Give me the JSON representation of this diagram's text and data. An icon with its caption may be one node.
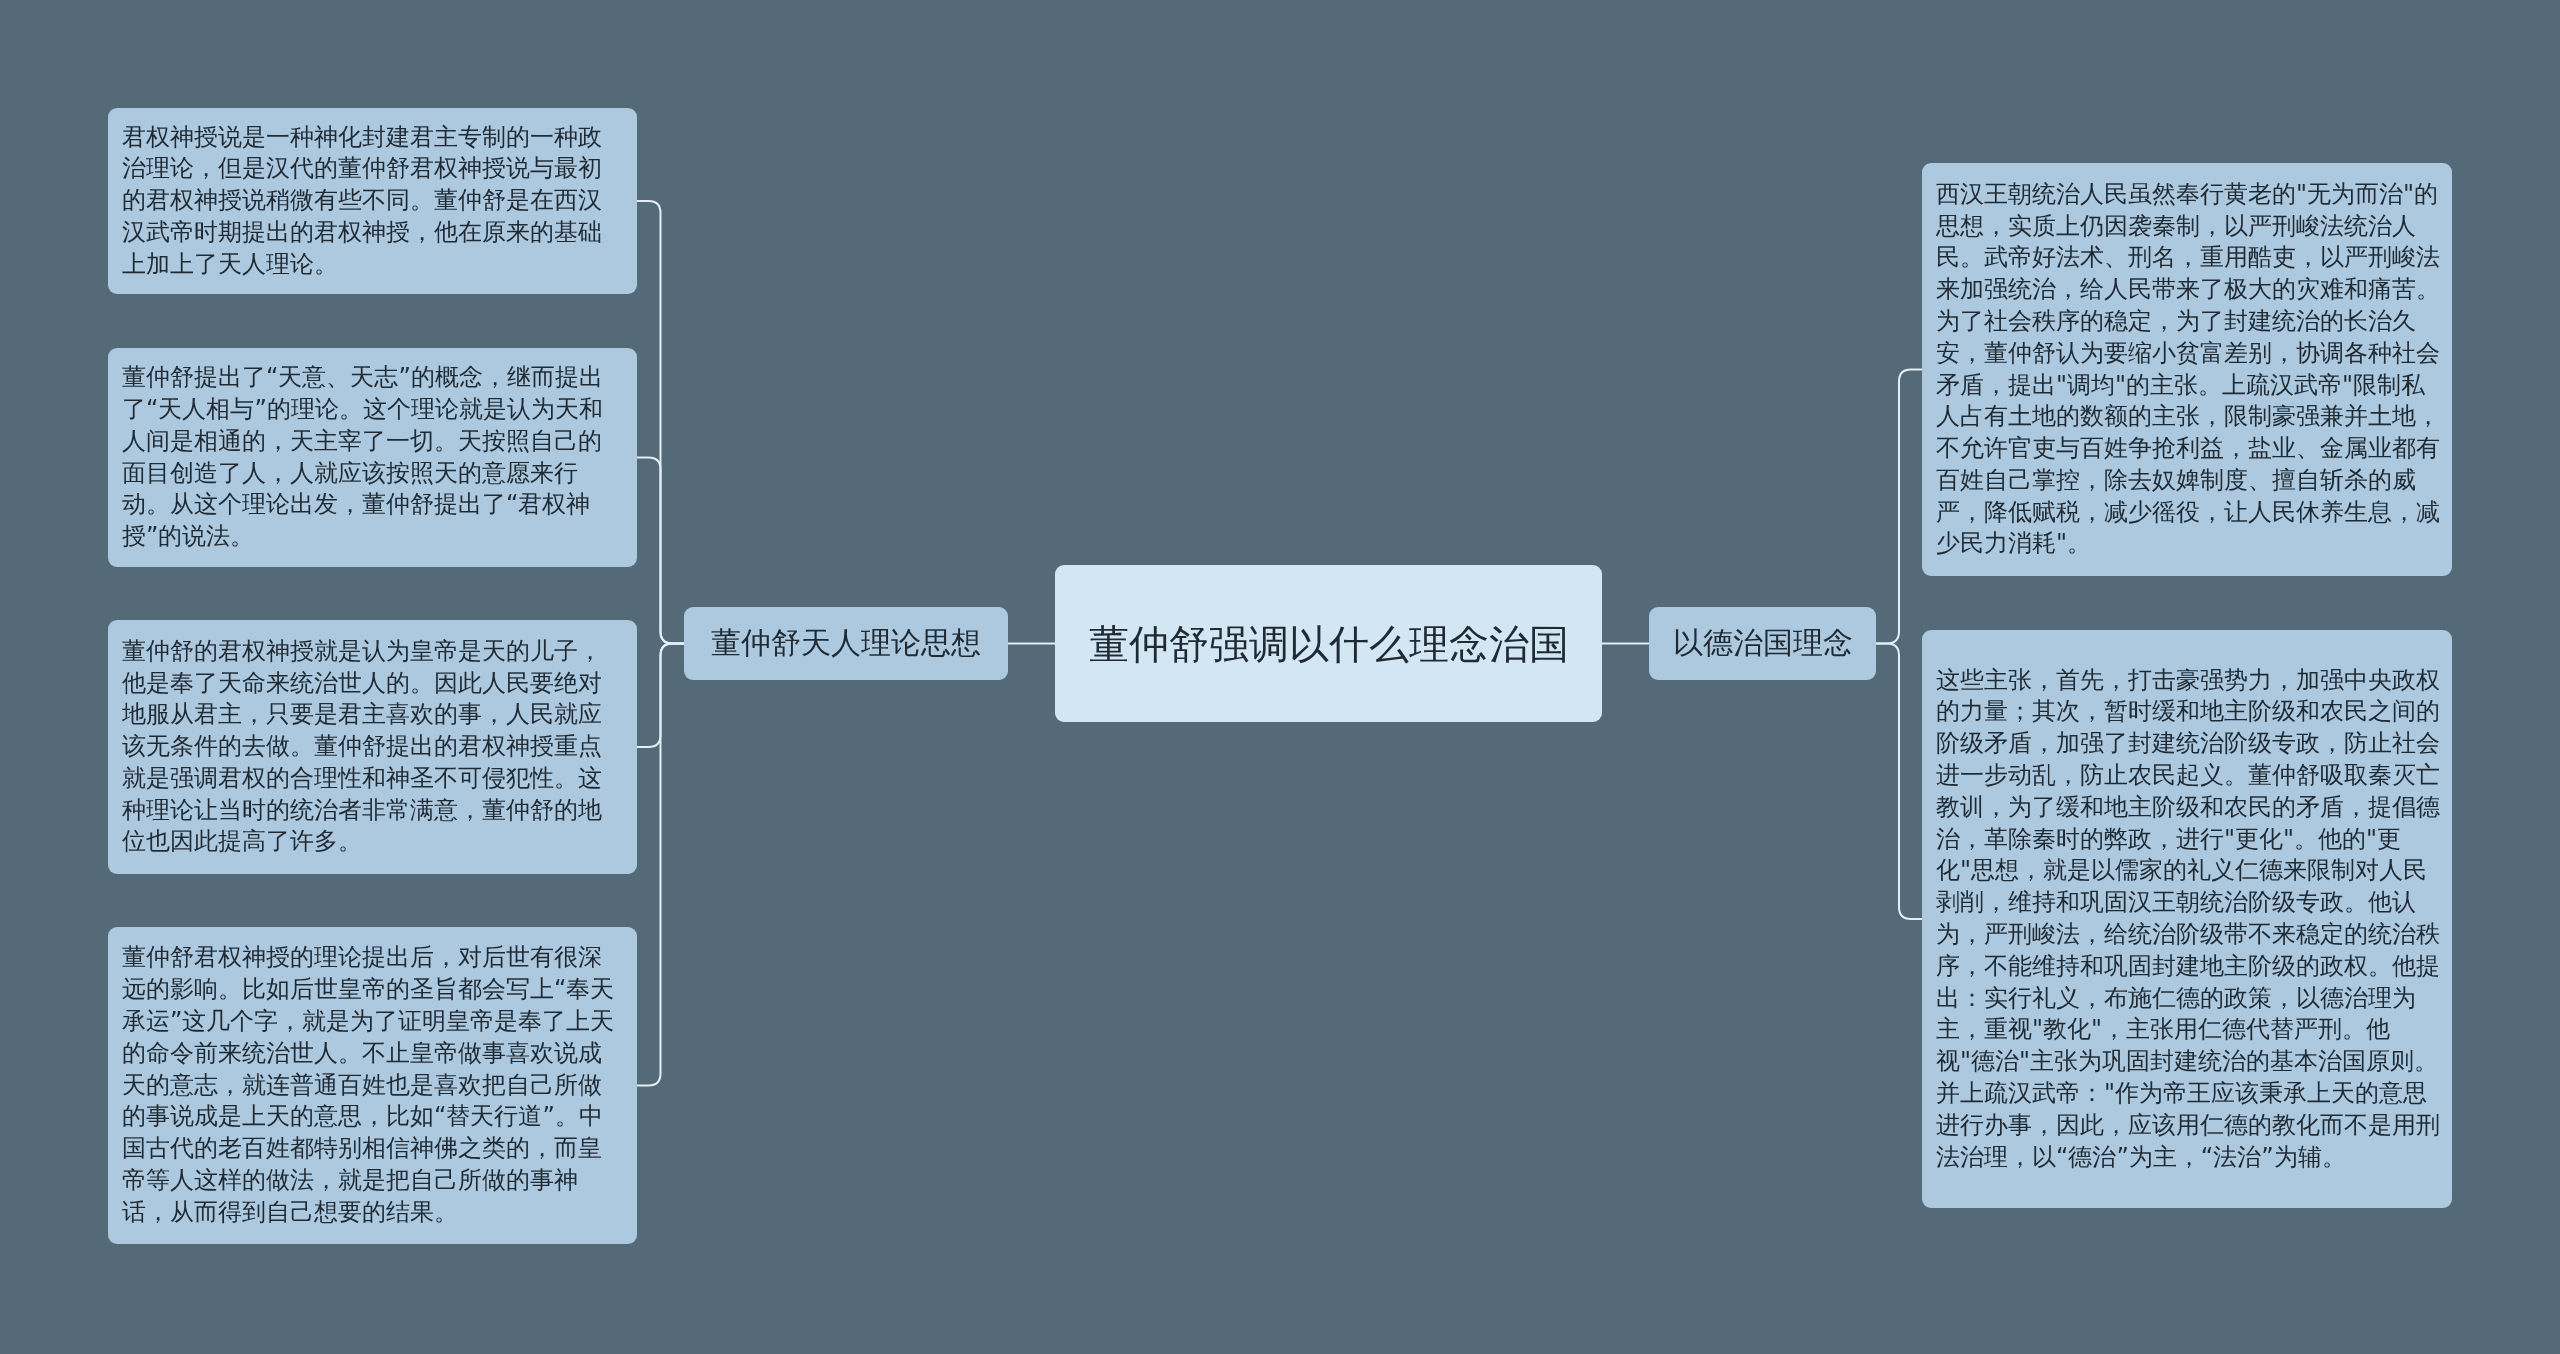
{
  "diagram": {
    "nodes": [
      {
        "text": [
          "董仲舒强调以什么理念治国"
        ]
      },
      {
        "text": [
          "董仲舒天人理论思想"
        ]
      },
      {
        "text": [
          "君权神授说是一种神化封建君主专制的一种政治理论，但是汉代的董仲舒君权神授说与最初的君权神授说稍微有些不同。董仲舒是在西汉汉武帝时期提出的君权神授，他在原来的基础上加上了天人理论。"
        ]
      },
      {
        "text": [
          "董仲舒提出了“天意、天志”的概念，继而提出了“天人相与”的理论。这个理论就是认为天和人间是相通的，天主宰了一切。天按照自己的面目创造了人，人就应该按照天的意愿来行动。从这个理论出发，董仲舒提出了“君权神授”的说法。"
        ]
      },
      {
        "text": [
          "董仲舒的君权神授就是认为皇帝是天的儿子，他是奉了天命来统治世人的。因此人民要绝对地服从君主，只要是君主喜欢的事，人民就应该无条件的去做。董仲舒提出的君权神授重点就是强调君权的合理性和神圣不可侵犯性。这种理论让当时的统治者非常满意，董仲舒的地位也因此提高了许多。"
        ]
      },
      {
        "text": [
          "董仲舒君权神授的理论提出后，对后世有很深远的影响。比如后世皇帝的圣旨都会写上“奉天承运”这几个字，就是为了证明皇帝是奉了上天的命令前来统治世人。不止皇帝做事喜欢说成天的意志，就连普通百姓也是喜欢把自己所做的事说成是上天的意思，比如“替天行道”。中国古代的老百姓都特别相信神佛之类的，而皇帝等人这样的做法，就是把自己所做的事神话，从而得到自己想要的结果。"
        ]
      },
      {
        "text": [
          "以德治国理念"
        ]
      },
      {
        "text": [
          "西汉王朝统治人民虽然奉行黄老的\"无为而治\"的思想，实质上仍因袭秦制，以严刑峻法统治人民。武帝好法术、刑名，重用酷吏，以严刑峻法来加强统治，给人民带来了极大的灾难和痛苦。为了社会秩序的稳定，为了封建统治的长治久安，董仲舒认为要缩小贫富差别，协调各种社会矛盾，提出\"调均\"的主张。上疏汉武帝\"限制私人占有土地的数额的主张，限制豪强兼并土地，不允许官吏与百姓争抢利益，盐业、金属业都有百姓自己掌控，除去奴婢制度、擅自斩杀的威严，降低赋税，减少徭役，让人民休养生息，减少民力消耗\"。"
        ]
      },
      {
        "text": [
          "这些主张，首先，打击豪强势力，加强中央政权的力量；其次，暂时缓和地主阶级和农民之间的阶级矛盾，加强了封建统治阶级专政，防止社会进一步动乱，防止农民起义。董仲舒吸取秦灭亡教训，为了缓和地主阶级和农民的矛盾，提倡德治，革除秦时的弊政，进行\"更化\"。他的\"更化\"思想，就是以儒家的礼义仁德来限制对人民剥削，维持和巩固汉王朝统治阶级专政。他认为，严刑峻法，给统治阶级带不来稳定的统治秩序，不能维持和巩固封建地主阶级的政权。他提出：实行礼义，布施仁德的政策，以德治理为主，重视\"教化\"，主张用仁德代替严刑。他视\"德治\"主张为巩固封建统治的基本治国原则。并上疏汉武帝：\"作为帝王应该秉承上天的意思进行办事，因此，应该用仁德的教化而不是用刑法治理，以“德治”为主，“法治”为辅。"
        ]
      }
    ],
    "edges": [
      {
        "from": 0,
        "to": 1,
        "arrow": "none"
      },
      {
        "from": 1,
        "to": 2,
        "arrow": "none"
      },
      {
        "from": 1,
        "to": 3,
        "arrow": "none"
      },
      {
        "from": 1,
        "to": 4,
        "arrow": "none"
      },
      {
        "from": 1,
        "to": 5,
        "arrow": "none"
      },
      {
        "from": 0,
        "to": 6,
        "arrow": "none"
      },
      {
        "from": 6,
        "to": 7,
        "arrow": "none"
      },
      {
        "from": 6,
        "to": 8,
        "arrow": "none"
      }
    ]
  }
}
